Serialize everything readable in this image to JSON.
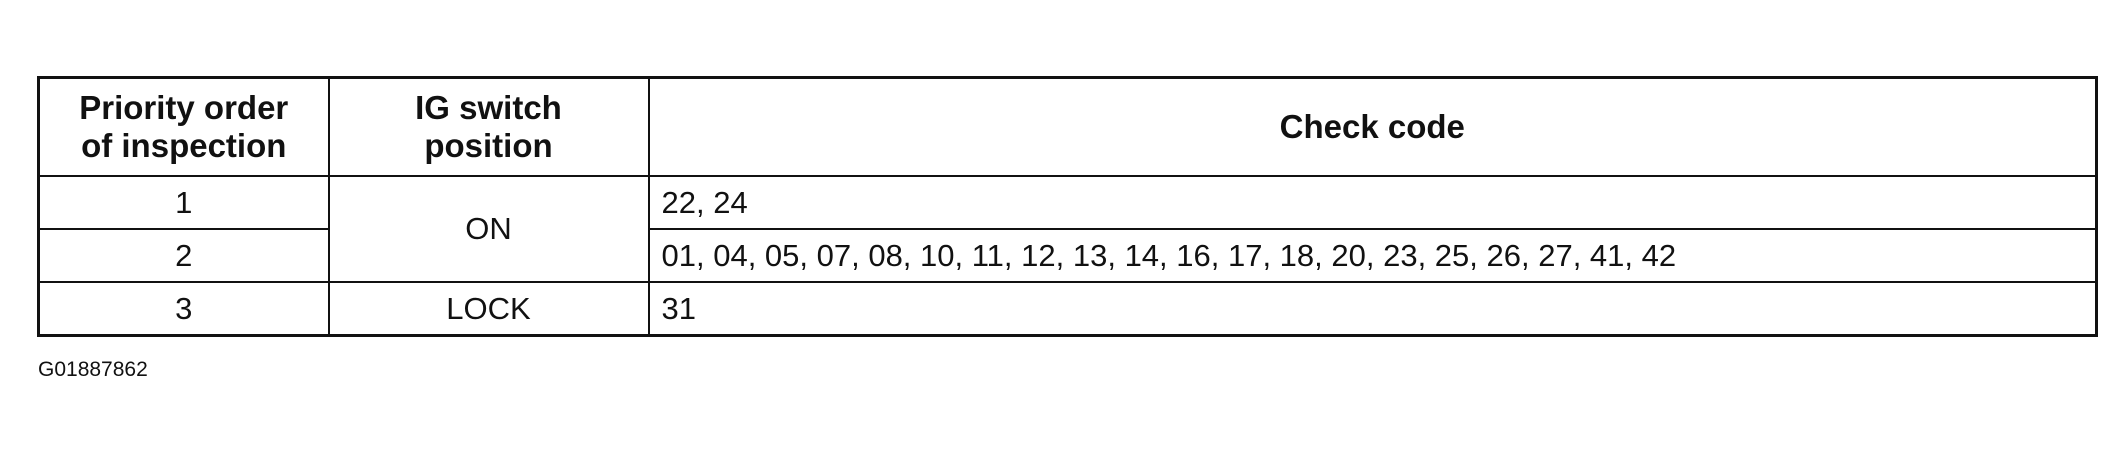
{
  "table": {
    "headers": {
      "priority": "Priority order of inspection",
      "ig_switch": "IG switch position",
      "check_code": "Check code"
    },
    "groups": [
      {
        "ig_position": "ON",
        "rows": [
          {
            "priority": "1",
            "codes": "22, 24"
          },
          {
            "priority": "2",
            "codes": "01, 04, 05, 07, 08, 10, 11, 12, 13, 14, 16, 17, 18, 20, 23, 25, 26, 27, 41, 42"
          }
        ]
      },
      {
        "ig_position": "LOCK",
        "rows": [
          {
            "priority": "3",
            "codes": "31"
          }
        ]
      }
    ]
  },
  "figure_id": "G01887862"
}
